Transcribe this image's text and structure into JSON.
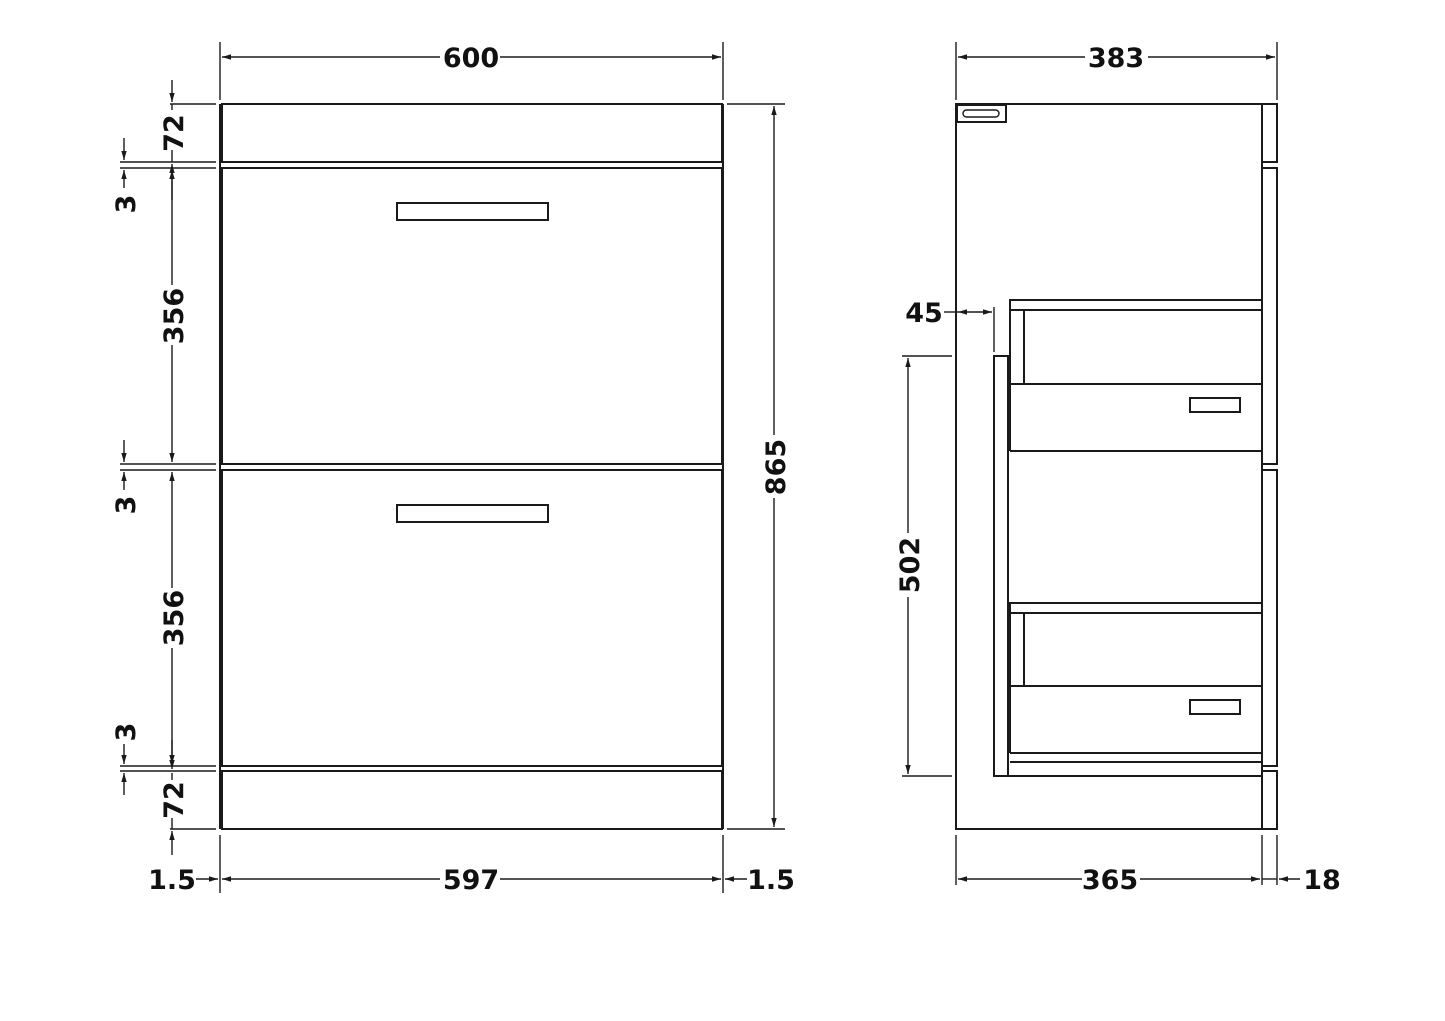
{
  "diagram": {
    "type": "technical-drawing",
    "subject": "Floor-standing two-drawer vanity unit",
    "units": "mm",
    "line_color": "#1a1a1a",
    "background": "#ffffff"
  },
  "front_view": {
    "dimensions": {
      "overall_width": "600",
      "overall_height": "865",
      "top_rail": "72",
      "gap_top": "3",
      "drawer_top_height": "356",
      "gap_middle": "3",
      "drawer_bottom_height": "356",
      "gap_bottom": "3",
      "plinth": "72",
      "side_left": "1.5",
      "inner_width": "597",
      "side_right": "1.5"
    }
  },
  "side_view": {
    "dimensions": {
      "overall_depth": "383",
      "carcass_depth": "365",
      "front_thickness": "18",
      "drawer_offset": "45",
      "drawer_box_height": "502"
    }
  }
}
